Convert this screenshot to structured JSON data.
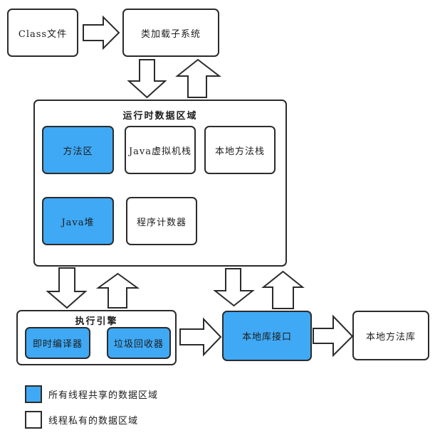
{
  "diagram": {
    "title_hint": "JVM runtime architecture diagram",
    "nodes": {
      "class_file": "Class文件",
      "class_loader": "类加载子系统",
      "runtime_area_title": "运行时数据区域",
      "method_area": "方法区",
      "jvm_stack": "Java虚拟机栈",
      "native_method_stack": "本地方法栈",
      "java_heap": "Java堆",
      "program_counter": "程序计数器",
      "execution_engine_title": "执行引擎",
      "jit_compiler": "即时编译器",
      "garbage_collector": "垃圾回收器",
      "native_interface": "本地库接口",
      "native_method_library": "本地方法库"
    },
    "legend": [
      {
        "swatch": "blue",
        "label": "所有线程共享的数据区域"
      },
      {
        "swatch": "white",
        "label": "线程私有的数据区域"
      }
    ],
    "colors": {
      "shared_fill": "#3FA9F5",
      "private_fill": "#FFFFFF",
      "outline": "#2B2B2B"
    }
  }
}
